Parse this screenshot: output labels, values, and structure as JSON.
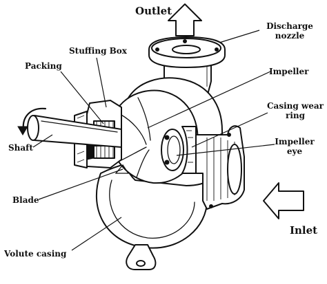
{
  "labels": {
    "outlet": "Outlet",
    "discharge_nozzle_1": "Discharge",
    "discharge_nozzle_2": "nozzle",
    "stuffing_box": "Stuffing Box",
    "packing": "Packing",
    "impeller": "Impeller",
    "casing_wear_ring_1": "Casing wear",
    "casing_wear_ring_2": "ring",
    "impeller_eye_1": "Impeller",
    "impeller_eye_2": "eye",
    "shaft": "Shaft",
    "blade": "Blade",
    "volute_casing": "Volute casing",
    "inlet": "Inlet"
  }
}
